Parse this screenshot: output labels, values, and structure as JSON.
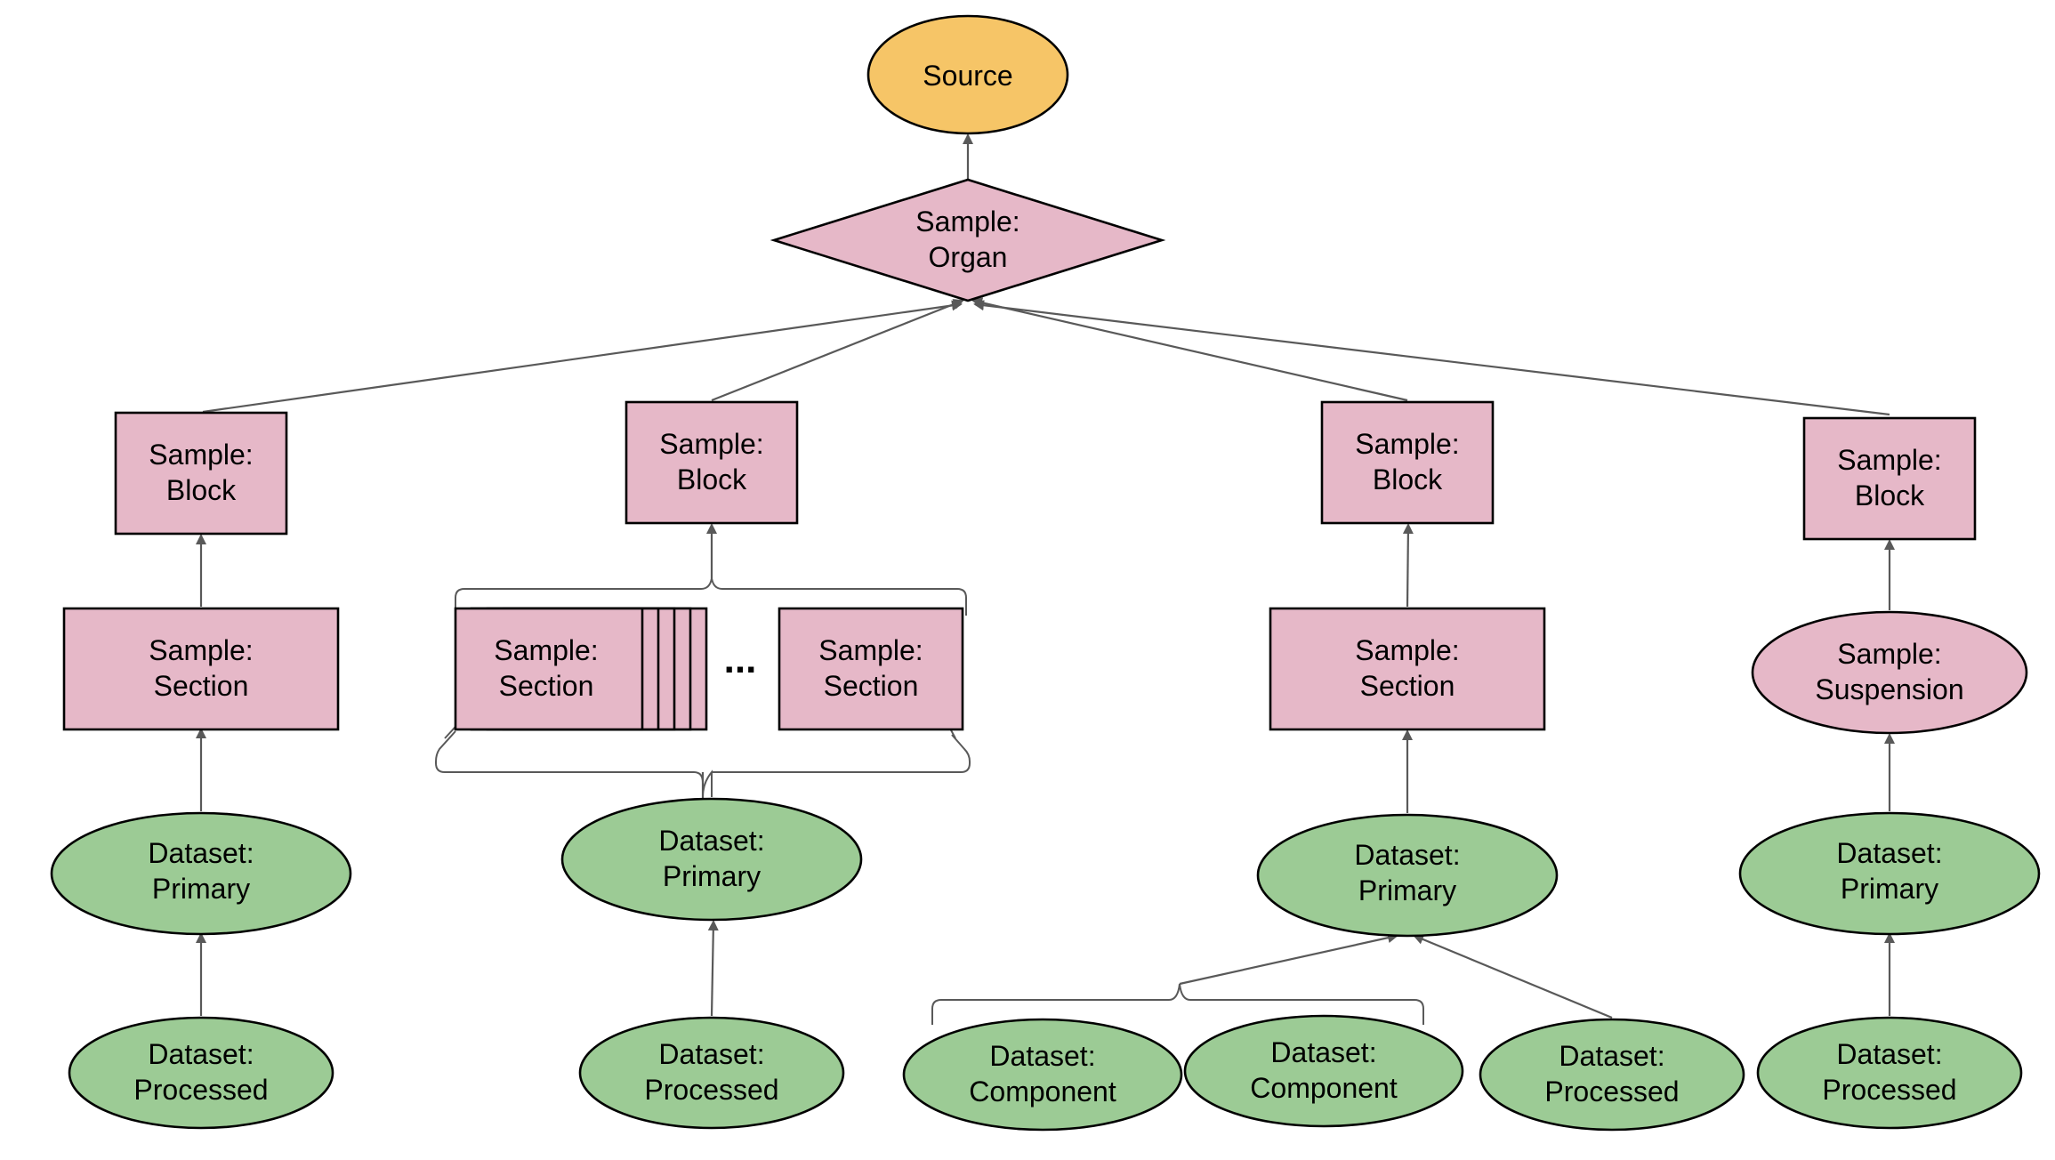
{
  "colors": {
    "source": "#f6c567",
    "sample": "#e6b8c8",
    "dataset": "#9ccb95",
    "stroke": "#000000",
    "edge": "#595959"
  },
  "nodes": {
    "source": {
      "line1": "Source"
    },
    "organ": {
      "line1": "Sample:",
      "line2": "Organ"
    },
    "block1": {
      "line1": "Sample:",
      "line2": "Block"
    },
    "block2": {
      "line1": "Sample:",
      "line2": "Block"
    },
    "block3": {
      "line1": "Sample:",
      "line2": "Block"
    },
    "block4": {
      "line1": "Sample:",
      "line2": "Block"
    },
    "section1": {
      "line1": "Sample:",
      "line2": "Section"
    },
    "section2a": {
      "line1": "Sample:",
      "line2": "Section"
    },
    "section2b": {
      "line1": "Sample:",
      "line2": "Section"
    },
    "section3": {
      "line1": "Sample:",
      "line2": "Section"
    },
    "suspension": {
      "line1": "Sample:",
      "line2": "Suspension"
    },
    "primary1": {
      "line1": "Dataset:",
      "line2": "Primary"
    },
    "primary2": {
      "line1": "Dataset:",
      "line2": "Primary"
    },
    "primary3": {
      "line1": "Dataset:",
      "line2": "Primary"
    },
    "primary4": {
      "line1": "Dataset:",
      "line2": "Primary"
    },
    "processed1": {
      "line1": "Dataset:",
      "line2": "Processed"
    },
    "processed2": {
      "line1": "Dataset:",
      "line2": "Processed"
    },
    "processed3": {
      "line1": "Dataset:",
      "line2": "Processed"
    },
    "processed4": {
      "line1": "Dataset:",
      "line2": "Processed"
    },
    "component1": {
      "line1": "Dataset:",
      "line2": "Component"
    },
    "component2": {
      "line1": "Dataset:",
      "line2": "Component"
    }
  },
  "ellipsis": "..."
}
